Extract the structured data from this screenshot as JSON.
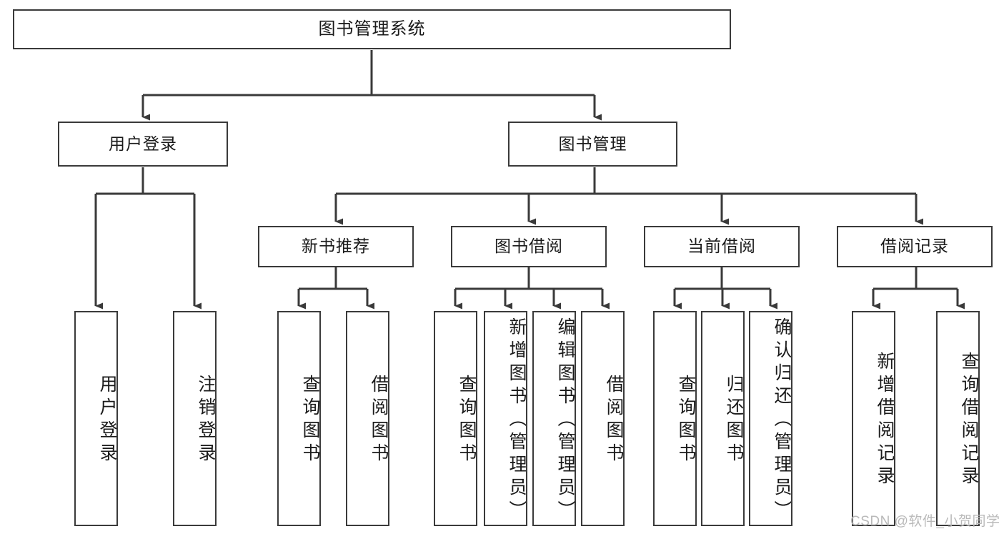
{
  "diagram": {
    "title": "图书管理系统",
    "type": "functional-structure-tree",
    "orientation": "top-down",
    "levels": 4,
    "nodes": {
      "root": {
        "label": "图书管理系统"
      },
      "level2": [
        {
          "id": "user-login",
          "label": "用户登录"
        },
        {
          "id": "book-manage",
          "label": "图书管理"
        }
      ],
      "level3": [
        {
          "id": "new-book-recommend",
          "label": "新书推荐"
        },
        {
          "id": "book-borrow",
          "label": "图书借阅"
        },
        {
          "id": "current-borrow",
          "label": "当前借阅"
        },
        {
          "id": "borrow-record",
          "label": "借阅记录"
        }
      ],
      "leaves": {
        "user_login": [
          {
            "id": "leaf-user-login",
            "label": "用户登录"
          },
          {
            "id": "leaf-logout-login",
            "label": "注销登录"
          }
        ],
        "new_book_recommend": [
          {
            "id": "leaf-query-book-1",
            "label": "查询图书"
          },
          {
            "id": "leaf-borrow-book-1",
            "label": "借阅图书"
          }
        ],
        "book_borrow": [
          {
            "id": "leaf-query-book-2",
            "label": "查询图书"
          },
          {
            "id": "leaf-add-book",
            "label": "新增图书（管理员）"
          },
          {
            "id": "leaf-edit-book",
            "label": "编辑图书（管理员）"
          },
          {
            "id": "leaf-borrow-book-2",
            "label": "借阅图书"
          }
        ],
        "current_borrow": [
          {
            "id": "leaf-query-book-3",
            "label": "查询图书"
          },
          {
            "id": "leaf-return-book",
            "label": "归还图书"
          },
          {
            "id": "leaf-confirm-return",
            "label": "确认归还（管理员）"
          }
        ],
        "borrow_record": [
          {
            "id": "leaf-add-record",
            "label": "新增借阅记录"
          },
          {
            "id": "leaf-query-record",
            "label": "查询借阅记录"
          }
        ]
      }
    },
    "colors": {
      "border": "#3a3a3a",
      "background": "#ffffff",
      "text": "#1a1a1a",
      "edge": "#3a3a3a",
      "watermark": "#b9b9b9"
    }
  },
  "watermark": {
    "text": "CSDN @软件_小贺同学"
  }
}
